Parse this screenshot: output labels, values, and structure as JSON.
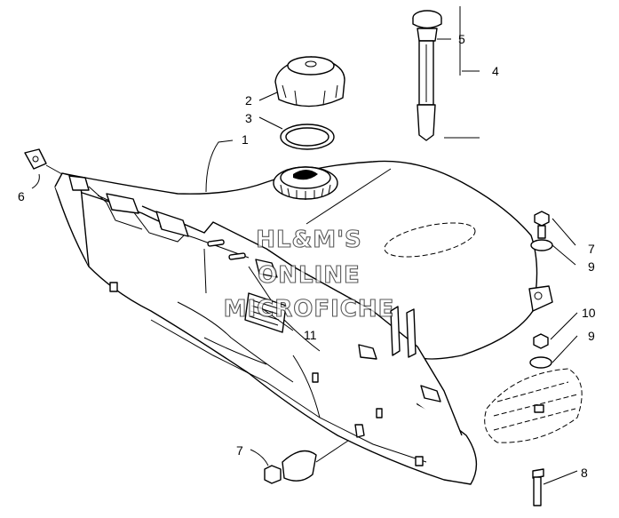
{
  "callouts": {
    "c1": "1",
    "c2": "2",
    "c3": "3",
    "c4": "4",
    "c5": "5",
    "c6": "6",
    "c7a": "7",
    "c7b": "7",
    "c8": "8",
    "c9a": "9",
    "c9b": "9",
    "c10": "10",
    "c11": "11"
  },
  "watermark": {
    "line1": "HL&M'S",
    "line2": "ONLINE",
    "line3": "MICROFICHE"
  }
}
